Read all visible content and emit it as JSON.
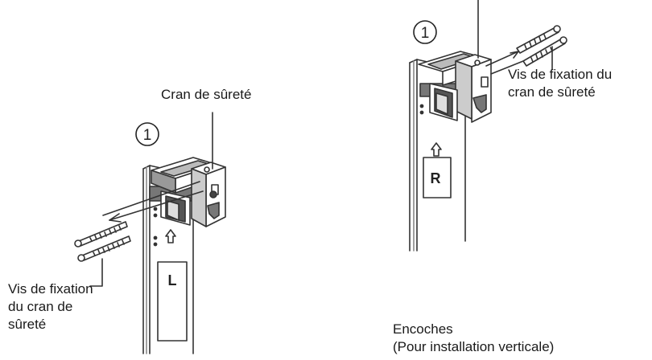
{
  "left": {
    "step": "1",
    "latch_label": "Cran de sûreté",
    "screw_label_lines": [
      "Vis de fixation",
      "du cran de",
      "sûreté"
    ],
    "bracket_letter": "L"
  },
  "right": {
    "step": "1",
    "screw_label_lines": [
      "Vis de fixation du",
      "cran de sûreté"
    ],
    "bracket_letter": "R"
  },
  "notches_label_lines": [
    "Encoches",
    "(Pour installation verticale)"
  ]
}
